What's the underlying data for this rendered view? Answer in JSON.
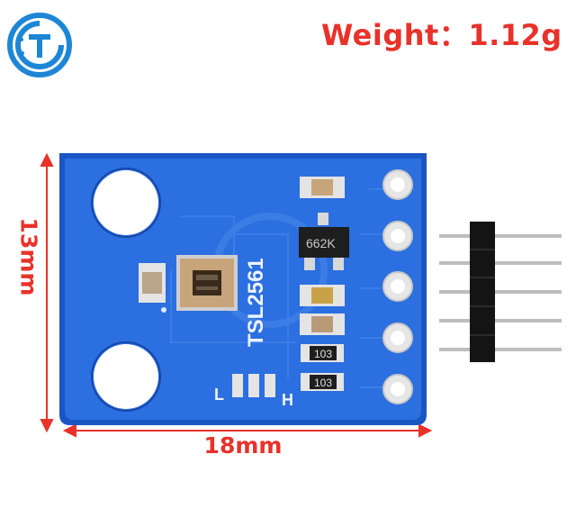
{
  "weight_label": "Weight：1.12g",
  "height_label": "13mm",
  "width_label": "18mm",
  "chip_label": "TSL2561",
  "transistor_code": "662K",
  "resistor_codes": [
    "103",
    "103"
  ],
  "pad_labels": {
    "low": "L",
    "high": "H"
  },
  "colors": {
    "accent": "#e8322a",
    "pcb": "#1f5fd0",
    "logo": "#1d86d6"
  }
}
